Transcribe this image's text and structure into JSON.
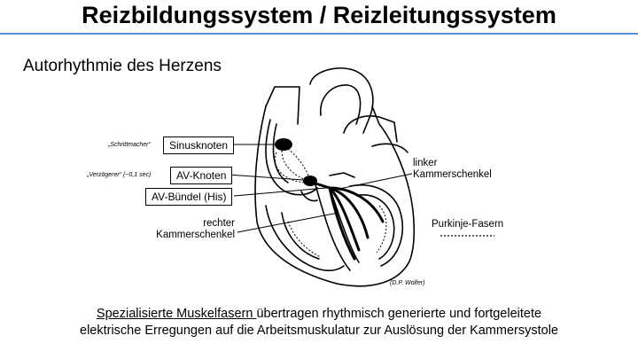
{
  "title": "Reizbildungssystem / Reizleitungssystem",
  "subtitle": "Autorhythmie des Herzens",
  "labels": {
    "schrittmacher": "„Schrittmacher“",
    "sinusknoten": "Sinusknoten",
    "verzoegerer": "„Verzögerer“ (~0,1 sec)",
    "av_knoten": "AV-Knoten",
    "av_buendel": "AV-Bündel (His)",
    "linker_1": "linker",
    "linker_2": "Kammerschenkel",
    "rechter_1": "rechter",
    "rechter_2": "Kammerschenkel",
    "purkinje": "Purkinje-Fasern"
  },
  "credit": "(D.P. Wolfer)",
  "caption": {
    "underlined": "Spezialisierte Muskelfasern ",
    "rest_line1": "übertragen rhythmisch generierte und fortgeleitete",
    "line2": "elektrische Erregungen auf die Arbeitsmuskulatur zur Auslösung der Kammersystole"
  },
  "colors": {
    "title_rule": "#5b8ed6"
  }
}
